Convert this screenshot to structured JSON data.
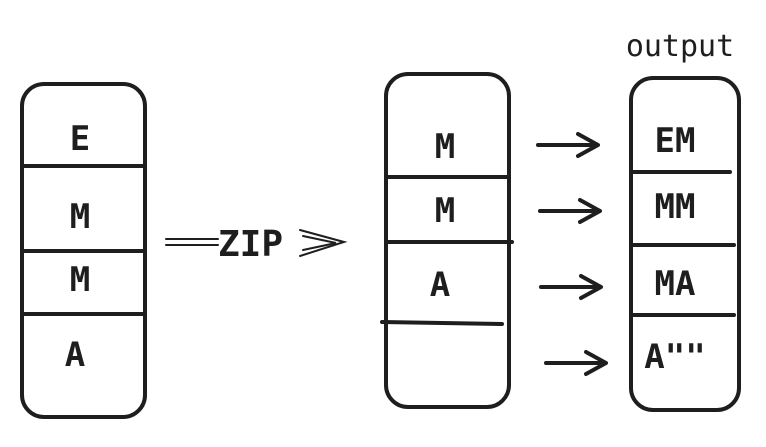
{
  "left_column": {
    "cells": [
      "E",
      "M",
      "M",
      "A"
    ]
  },
  "zip_label": "ZIP",
  "middle_column": {
    "cells": [
      "M",
      "M",
      "A",
      ""
    ]
  },
  "output_title": "output",
  "output_column": {
    "cells": [
      "EM",
      "MM",
      "MA",
      "A\"\""
    ]
  }
}
